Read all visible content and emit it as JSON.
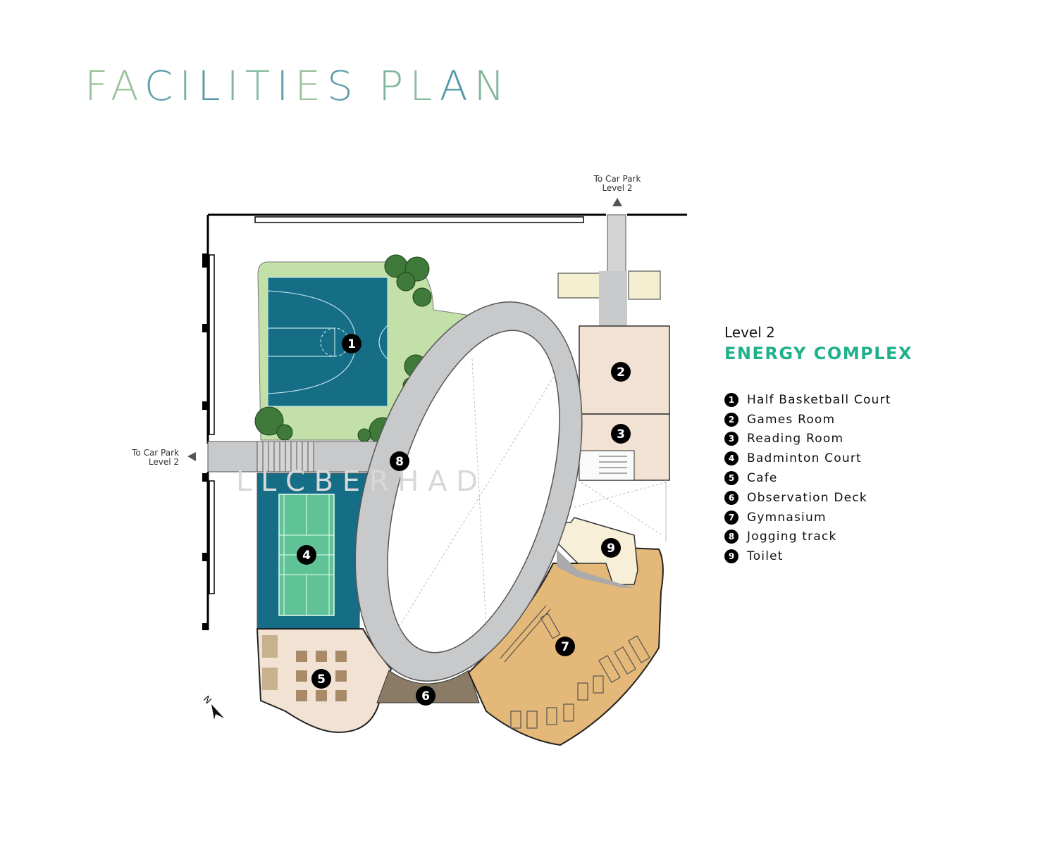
{
  "title": {
    "parts": [
      "F",
      "A",
      "C",
      "I",
      "L",
      "I",
      "T",
      "I",
      "E",
      "S",
      " ",
      "P",
      "L",
      "A",
      "N"
    ]
  },
  "legend": {
    "level": "Level 2",
    "complex": "ENERGY COMPLEX",
    "items": [
      {
        "num": "1",
        "label": "Half Basketball Court"
      },
      {
        "num": "2",
        "label": "Games Room"
      },
      {
        "num": "3",
        "label": "Reading Room"
      },
      {
        "num": "4",
        "label": "Badminton Court"
      },
      {
        "num": "5",
        "label": "Cafe"
      },
      {
        "num": "6",
        "label": "Observation Deck"
      },
      {
        "num": "7",
        "label": "Gymnasium"
      },
      {
        "num": "8",
        "label": "Jogging track"
      },
      {
        "num": "9",
        "label": "Toilet"
      }
    ]
  },
  "plan": {
    "car_park_top": {
      "line1": "To Car Park",
      "line2": "Level 2"
    },
    "car_park_left": {
      "line1": "To Car Park",
      "line2": "Level 2"
    },
    "north": "N",
    "watermark": "L  L  C     B  E  R  H  A  D",
    "colors": {
      "court": "#156d86",
      "grass": "#c2e0a8",
      "badminton_inner": "#5fc397",
      "room": "#f2e2d4",
      "gym": "#e3b878",
      "track": "#c8c9ca",
      "deck": "#8a7a66"
    }
  }
}
